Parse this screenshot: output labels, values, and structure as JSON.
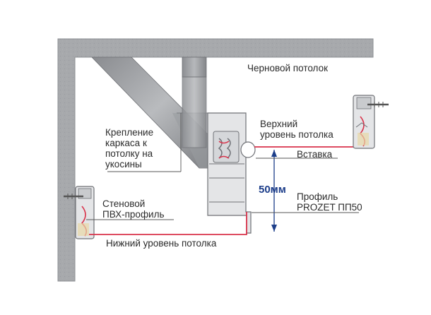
{
  "labels": {
    "rough_ceiling": "Черновой потолок",
    "upper_level": "Верхний\nуровень потолка",
    "insert": "Вставка",
    "frame_mount": "Крепление\nкаркаса к\nпотолку на\nукосины",
    "wall_profile": "Стеновой\nПВХ-профиль",
    "profile": "Профиль\nPROZET ПП50",
    "lower_level": "Нижний уровень потолка",
    "dimension": "50мм"
  },
  "colors": {
    "concrete": "#a7a9ac",
    "concrete_edge": "#8e9094",
    "metal_dark": "#7d7f83",
    "metal_light": "#c9cbce",
    "profile_fill": "#e4e5e7",
    "profile_stroke": "#6f7176",
    "membrane": "#d9334b",
    "dimension": "#1d3e8a",
    "leader": "#555555",
    "beige": "#e8d9a6"
  }
}
